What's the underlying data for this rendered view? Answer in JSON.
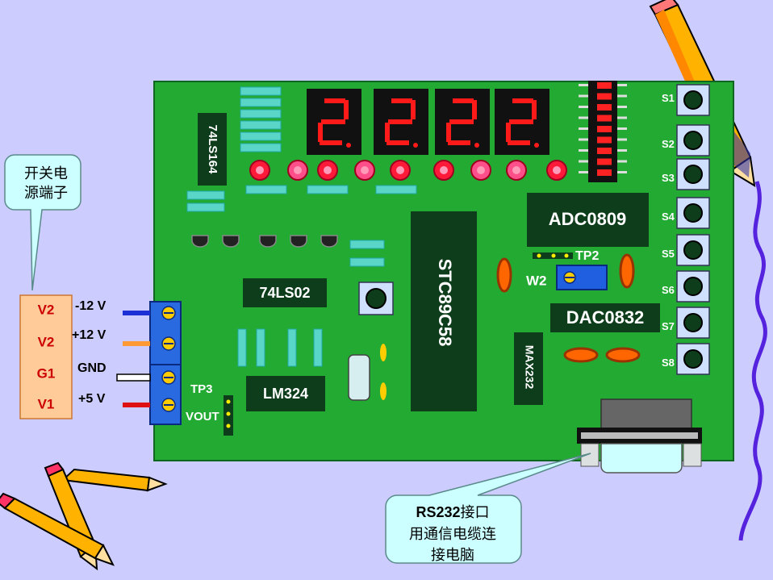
{
  "colors": {
    "background": "#ccccff",
    "board": "#22aa33",
    "chip": "#0d3d1a",
    "led_segment": "#ff1a1a",
    "callout": "#ccffff",
    "terminal_box": "#ffcc99",
    "terminal_text": "#cc0000",
    "connector_blue": "#2a6ae0"
  },
  "board": {
    "chips": {
      "ls164": "74LS164",
      "ls02": "74LS02",
      "lm324": "LM324",
      "mcu": "STC89C58",
      "adc": "ADC0809",
      "dac": "DAC0832",
      "max232": "MAX232"
    },
    "display_digits": [
      "2",
      "2",
      "2",
      "2"
    ],
    "buttons": [
      "S1",
      "S2",
      "S3",
      "S4",
      "S5",
      "S6",
      "S7",
      "S8"
    ],
    "test_points": {
      "tp2": "TP2",
      "tp3": "TP3",
      "w2": "W2",
      "vout": "VOUT"
    }
  },
  "power_terminal": {
    "labels": [
      "V2",
      "V2",
      "G1",
      "V1"
    ],
    "wire_labels": [
      "-12 V",
      "+12 V",
      "GND",
      "+5 V"
    ],
    "wire_colors": [
      "#1a2fd6",
      "#ff9933",
      "#ffffff",
      "#dd1111"
    ]
  },
  "callouts": {
    "power_switch": [
      "开关电",
      "源端子"
    ],
    "rs232": {
      "bold": "RS232",
      "line1_rest": "接口",
      "line2": "用通信电缆连",
      "line3": "接电脑"
    }
  }
}
